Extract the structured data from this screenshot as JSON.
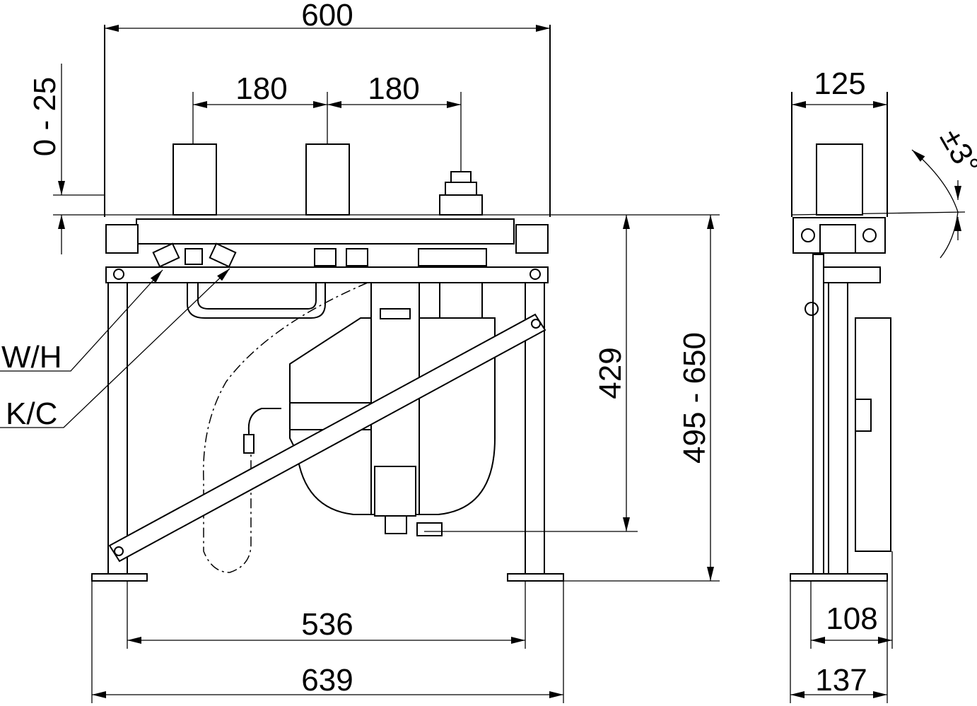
{
  "drawing": {
    "front_view": {
      "width_top": "600",
      "spacing_left": "180",
      "spacing_right": "180",
      "depth_adjust": "0 - 25",
      "label_warm": "W/H",
      "label_cold": "K/C",
      "height_outlet": "429",
      "height_range": "495 - 650",
      "leg_spacing": "536",
      "foot_width": "639"
    },
    "side_view": {
      "depth_top": "125",
      "tilt": "±3°",
      "leg_depth": "108",
      "foot_depth": "137"
    }
  }
}
